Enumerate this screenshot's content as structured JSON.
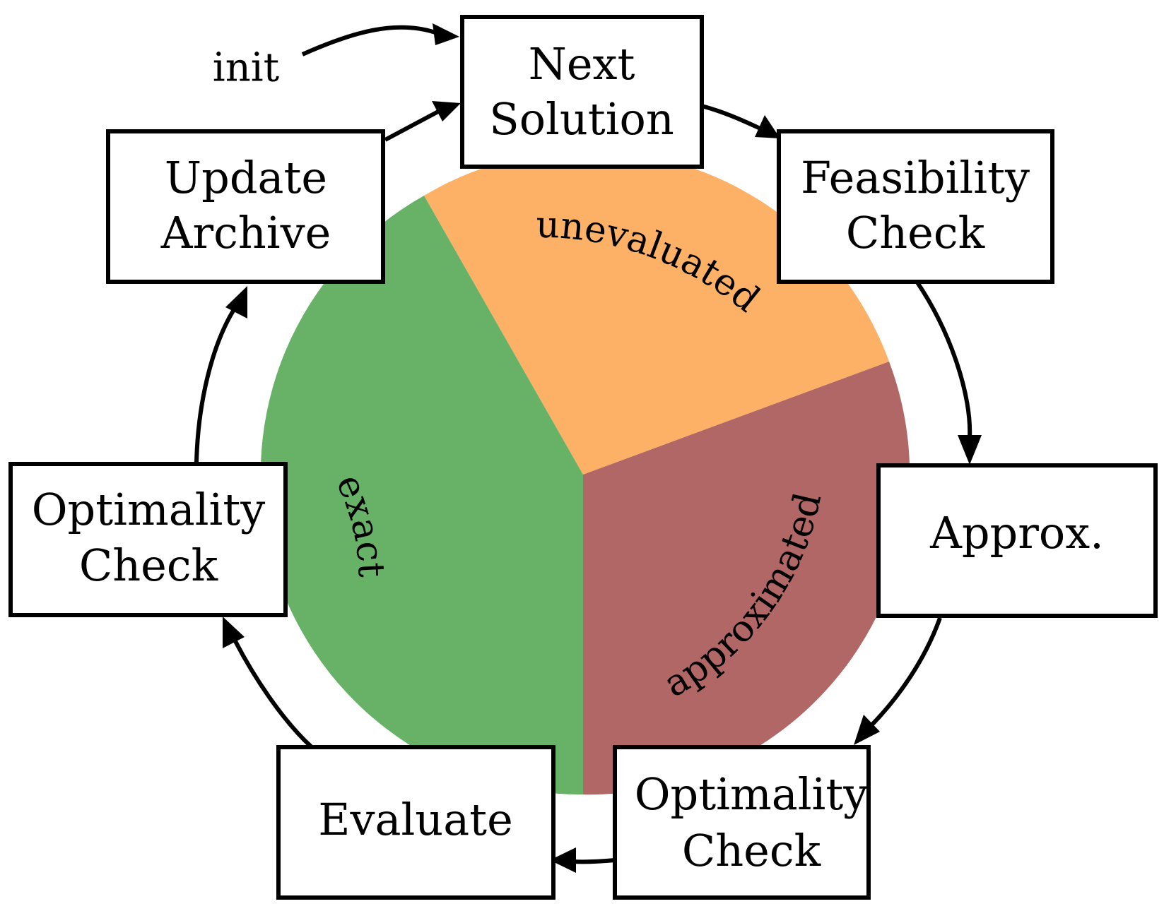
{
  "colors": {
    "unevaluated": "#FDB167",
    "approximated": "#B06766",
    "exact": "#67B266",
    "stroke": "#000000",
    "box_fill": "#ffffff"
  },
  "segments": {
    "unevaluated": "unevaluated",
    "approximated": "approximated",
    "exact": "exact"
  },
  "init_label": "init",
  "boxes": {
    "next_solution": [
      "Next",
      "Solution"
    ],
    "feasibility_check": [
      "Feasibility",
      "Check"
    ],
    "approx": [
      "Approx."
    ],
    "optimality_check_right": [
      "Optimality",
      "Check"
    ],
    "evaluate": [
      "Evaluate"
    ],
    "optimality_check_left": [
      "Optimality",
      "Check"
    ],
    "update_archive": [
      "Update",
      "Archive"
    ]
  }
}
